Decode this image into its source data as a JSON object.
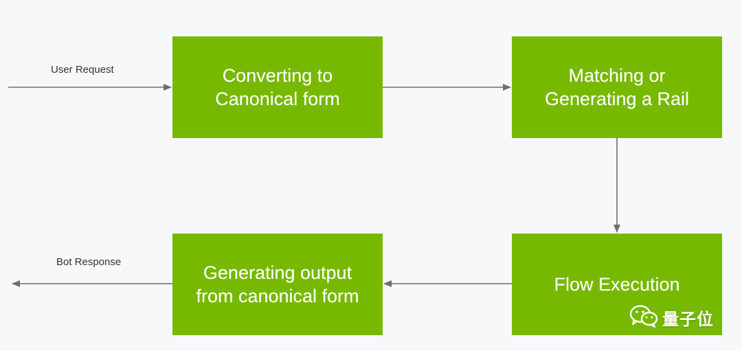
{
  "diagram": {
    "boxes": {
      "convert": "Converting to\nCanonical form",
      "match": "Matching or\nGenerating a Rail",
      "flow": "Flow Execution",
      "generate": "Generating output\nfrom canonical form"
    },
    "labels": {
      "user_request": "User Request",
      "bot_response": "Bot Response"
    }
  },
  "watermark": {
    "text": "量子位",
    "icon": "wechat-icon"
  },
  "colors": {
    "box_fill": "#76b900",
    "arrow": "#6e6e6e",
    "background": "#f7f8f9"
  }
}
